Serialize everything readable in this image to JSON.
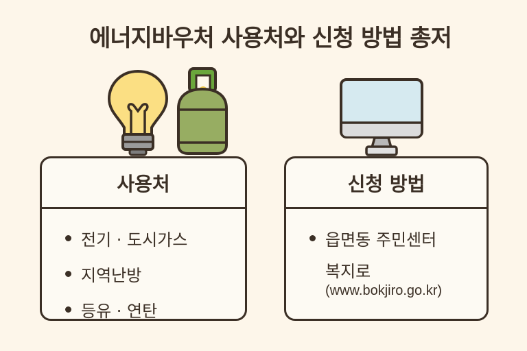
{
  "title": "에너지바우처 사용처와 신청 방법 총저",
  "colors": {
    "background": "#fdf6ea",
    "card": "#fdfaf3",
    "outline": "#3b2f25",
    "bulb": "#fbdf83",
    "gas_tank": "#97ad62",
    "monitor_screen": "#d6eaf0"
  },
  "icons": [
    "light-bulb-icon",
    "gas-tank-icon",
    "computer-monitor-icon"
  ],
  "usage_card": {
    "heading": "사용처",
    "items": [
      "전기 · 도시가스",
      "지역난방",
      "등유 · 연탄"
    ]
  },
  "apply_card": {
    "heading": "신청 방법",
    "items": [
      "읍면동 주민센터"
    ],
    "extra_line": "복지로",
    "url": "(www.bokjiro.go.kr)"
  }
}
